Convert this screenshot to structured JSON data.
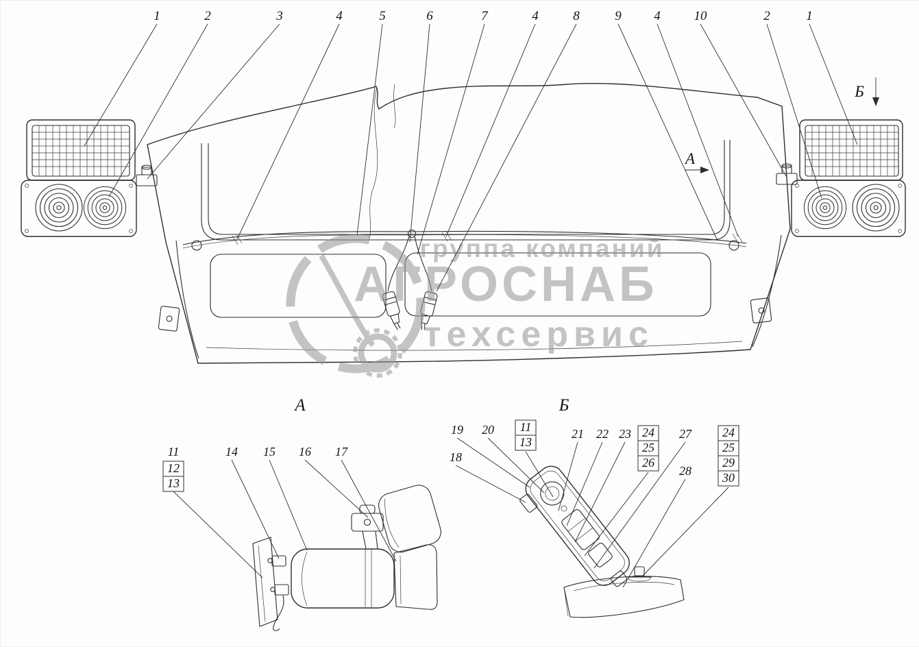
{
  "watermark": {
    "line_top": "группа компаний",
    "line_brand": "АГРОСНАБ",
    "line_bottom": "техсервис"
  },
  "view_markers": {
    "a": "А",
    "b": "Б"
  },
  "top_callouts": [
    "1",
    "2",
    "3",
    "4",
    "5",
    "6",
    "7",
    "4",
    "8",
    "9",
    "4",
    "10",
    "2",
    "1"
  ],
  "detail_a": {
    "title": "А",
    "c11": "11",
    "c12": "12",
    "c13": "13",
    "c14": "14",
    "c15": "15",
    "c16": "16",
    "c17": "17"
  },
  "detail_b": {
    "title": "Б",
    "c18": "18",
    "c19": "19",
    "c20": "20",
    "c11": "11",
    "c13": "13",
    "c21": "21",
    "c22": "22",
    "c23": "23",
    "c24": "24",
    "c25": "25",
    "c26": "26",
    "c27": "27",
    "c28": "28",
    "c24b": "24",
    "c25b": "25",
    "c29": "29",
    "c30": "30"
  }
}
